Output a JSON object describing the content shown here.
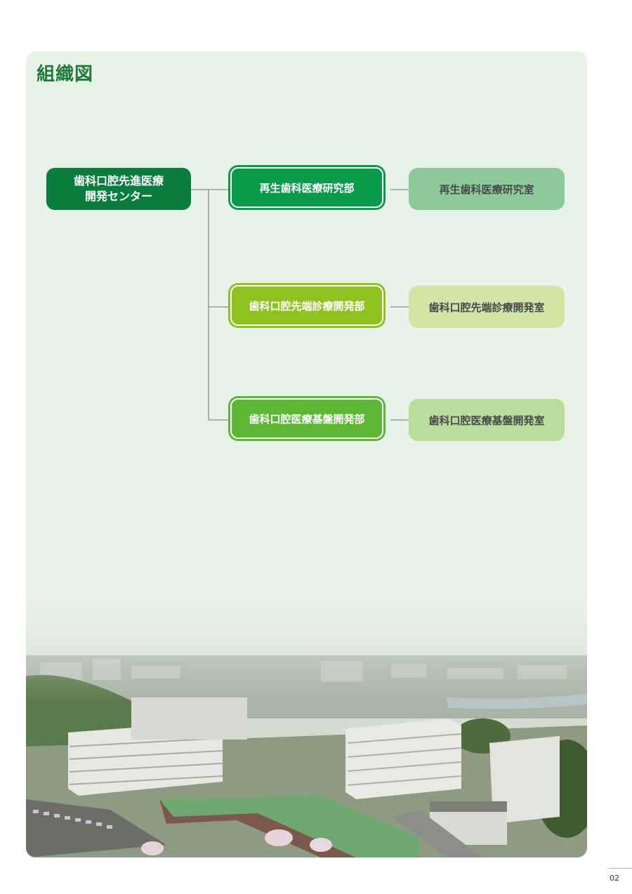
{
  "title": "組織図",
  "root": {
    "line1": "歯科口腔先進医療",
    "line2": "開発センター"
  },
  "departments": [
    {
      "label": "再生歯科医療研究部",
      "lab": "再生歯科医療研究室",
      "color": "#0a9a4b",
      "lab_color": "#8ccb99"
    },
    {
      "label": "歯科口腔先端診療開発部",
      "lab": "歯科口腔先端診療開発室",
      "color": "#8dc21f",
      "lab_color": "#cfe6a6"
    },
    {
      "label": "歯科口腔医療基盤開発部",
      "lab": "歯科口腔医療基盤開発室",
      "color": "#5bb734",
      "lab_color": "#b9dd9b"
    }
  ],
  "page_number": "02"
}
